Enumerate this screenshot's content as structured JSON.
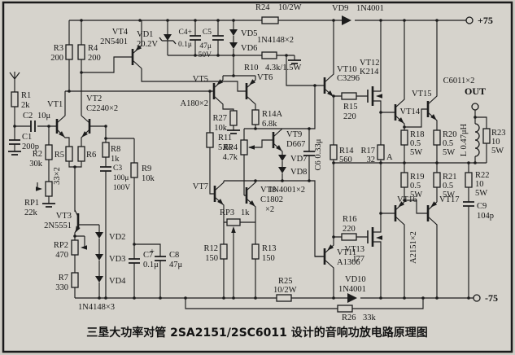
{
  "caption": "三垦大功率对管 2SA2151/2SC6011 设计的音响功放电路原理图",
  "terminals": {
    "vplus": "+75",
    "vminus": "-75",
    "out": "OUT"
  },
  "nodes": {
    "a": "A"
  },
  "pair_labels": {
    "out_pair": "C6011×2",
    "low_pair": "A2151×2",
    "diff_pair": "33×2"
  },
  "parts": {
    "r1": {
      "ref": "R1",
      "val": "2k"
    },
    "r2": {
      "ref": "R2",
      "val": "30k"
    },
    "r3": {
      "ref": "R3",
      "val": "200"
    },
    "r4": {
      "ref": "R4",
      "val": "200"
    },
    "r5": {
      "ref": "R5"
    },
    "r6": {
      "ref": "R6"
    },
    "r7": {
      "ref": "R7",
      "val": "330"
    },
    "r8": {
      "ref": "R8",
      "val": "1k"
    },
    "r9": {
      "ref": "R9",
      "val": "10k"
    },
    "r10": {
      "ref": "R10",
      "val": "4.3k/1.5W"
    },
    "r11": {
      "ref": "R11",
      "val": "5.6k"
    },
    "r12": {
      "ref": "R12",
      "val": "150"
    },
    "r13": {
      "ref": "R13",
      "val": "150"
    },
    "r14": {
      "ref": "R14",
      "val": "560"
    },
    "r14a": {
      "ref": "R14A",
      "val": "6.8k"
    },
    "r15": {
      "ref": "R15",
      "val": "220"
    },
    "r16": {
      "ref": "R16",
      "val": "220"
    },
    "r17": {
      "ref": "R17",
      "val": "32"
    },
    "r18": {
      "ref": "R18",
      "val": "0.5",
      "watt": "5W"
    },
    "r19": {
      "ref": "R19",
      "val": "0.5",
      "watt": "5W"
    },
    "r20": {
      "ref": "R20",
      "val": "0.5",
      "watt": "5W"
    },
    "r21": {
      "ref": "R21",
      "val": "0.5",
      "watt": "5W"
    },
    "r22": {
      "ref": "R22",
      "val": "10",
      "watt": "5W"
    },
    "r23": {
      "ref": "R23",
      "val": "10",
      "watt": "5W"
    },
    "r24": {
      "ref": "R24",
      "val": "10/2W"
    },
    "r25": {
      "ref": "R25",
      "val": "10/2W"
    },
    "r26": {
      "ref": "R26",
      "val": "33k"
    },
    "r27": {
      "ref": "R27",
      "val": "10k"
    },
    "rp1": {
      "ref": "RP1",
      "val": "22k"
    },
    "rp2": {
      "ref": "RP2",
      "val": "470"
    },
    "rp3": {
      "ref": "RP3",
      "val": "1k"
    },
    "rp4": {
      "ref": "RP4",
      "val": "4.7k"
    },
    "c1": {
      "ref": "C1",
      "val": "200p"
    },
    "c2": {
      "ref": "C2",
      "val": "10μ"
    },
    "c3": {
      "ref": "C3",
      "val": "100μ",
      "volt": "100V"
    },
    "c4": {
      "ref": "C4+",
      "val": "0.1μ"
    },
    "c5": {
      "ref": "C5",
      "val": "47μ",
      "volt": "50V"
    },
    "c6": {
      "label": "C6 0.33μ"
    },
    "c7": {
      "ref": "C7",
      "val": "0.1μ"
    },
    "c8": {
      "ref": "C8",
      "val": "47μ",
      "plus": "+"
    },
    "c9": {
      "ref": "C9",
      "val": "104p"
    },
    "l1": {
      "label": "L 0.47μH"
    },
    "vt1": {
      "ref": "VT1"
    },
    "vt2": {
      "ref": "VT2",
      "type": "C2240×2"
    },
    "vt3": {
      "ref": "VT3",
      "type": "2N5551"
    },
    "vt4": {
      "ref": "VT4",
      "type": "2N5401"
    },
    "vt5": {
      "ref": "VT5",
      "type": "A180×2"
    },
    "vt6": {
      "ref": "VT6"
    },
    "vt7": {
      "ref": "VT7"
    },
    "vt8": {
      "ref": "VT8",
      "type": "C1802",
      "mult": "×2"
    },
    "vt9": {
      "ref": "VT9",
      "type": "D667"
    },
    "vt10": {
      "ref": "VT10",
      "type": "C3296"
    },
    "vt11": {
      "ref": "VT11",
      "type": "A1306"
    },
    "vt12": {
      "ref": "VT12",
      "type": "K214"
    },
    "vt13": {
      "ref": "VT13",
      "type": "J77"
    },
    "vt14": {
      "ref": "VT14"
    },
    "vt15": {
      "ref": "VT15"
    },
    "vt16": {
      "ref": "VT16"
    },
    "vt17": {
      "ref": "VT17"
    },
    "vd1": {
      "ref": "VD1",
      "val": "20.2V"
    },
    "vd2": {
      "ref": "VD2"
    },
    "vd3": {
      "ref": "VD3"
    },
    "vd4": {
      "ref": "VD4"
    },
    "vd234_type": "1N4148×3",
    "vd5": {
      "ref": "VD5"
    },
    "vd6": {
      "ref": "VD6"
    },
    "vd56_type": "1N4148×2",
    "vd7": {
      "ref": "VD7"
    },
    "vd8": {
      "ref": "VD8"
    },
    "vd78_type": "1N4001×2",
    "vd9": {
      "ref": "VD9",
      "type": "1N4001"
    },
    "vd10": {
      "ref": "VD10",
      "type": "1N4001"
    }
  }
}
